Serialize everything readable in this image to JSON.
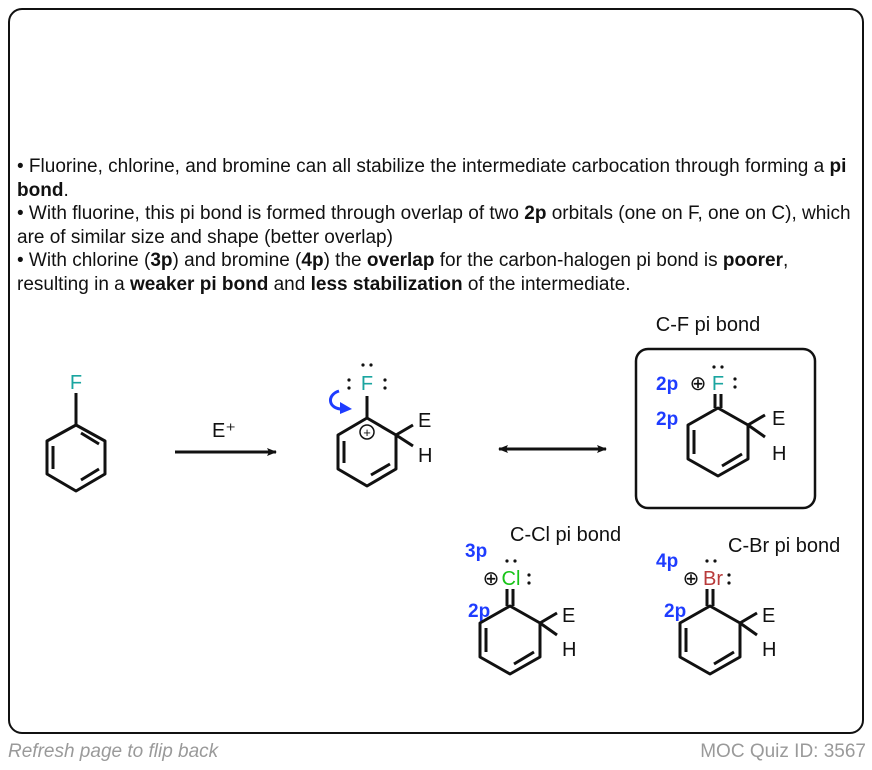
{
  "bullets": [
    {
      "parts": [
        {
          "t": "• Fluorine, chlorine, and bromine can all stabilize the intermediate carbocation through forming a "
        },
        {
          "b": "pi bond"
        },
        {
          "t": "."
        }
      ]
    },
    {
      "parts": [
        {
          "t": "• With fluorine, this pi bond is formed through overlap of two "
        },
        {
          "b": "2p"
        },
        {
          "t": " orbitals (one on F, one on C), which are of similar size and shape (better overlap)"
        }
      ]
    },
    {
      "parts": [
        {
          "t": "• With chlorine ("
        },
        {
          "b": "3p"
        },
        {
          "t": ") and bromine ("
        },
        {
          "b": "4p"
        },
        {
          "t": ") the "
        },
        {
          "b": "overlap"
        },
        {
          "t": " for the carbon-halogen pi bond is "
        },
        {
          "b": "poorer"
        },
        {
          "t": ", resulting in a "
        },
        {
          "b": "weaker pi bond"
        },
        {
          "t": " and "
        },
        {
          "b": "less stabilization"
        },
        {
          "t": " of the intermediate."
        }
      ]
    }
  ],
  "diagram": {
    "fluorobenzene_atom": "F",
    "reagent": "E⁺",
    "intermediate": {
      "atom": "F",
      "sub1": "E",
      "sub2": "H",
      "charge": "⊕"
    },
    "cf": {
      "title": "C-F pi bond",
      "orb_top": "2p",
      "orb_bottom": "2p",
      "atom": "F",
      "sub1": "E",
      "sub2": "H",
      "charge": "⊕"
    },
    "ccl": {
      "title": "C-Cl pi bond",
      "orb_top": "3p",
      "orb_bottom": "2p",
      "atom": "Cl",
      "sub1": "E",
      "sub2": "H",
      "charge": "⊕"
    },
    "cbr": {
      "title": "C-Br pi bond",
      "orb_top": "4p",
      "orb_bottom": "2p",
      "atom": "Br",
      "sub1": "E",
      "sub2": "H",
      "charge": "⊕"
    }
  },
  "colors": {
    "F": "#1aa5a0",
    "Cl": "#18c418",
    "Br": "#b83a3a",
    "orbital": "#1e3cff",
    "arrow": "#1e3cff"
  },
  "footer": {
    "flip": "Refresh page to flip back",
    "quiz_id": "MOC Quiz ID: 3567"
  }
}
